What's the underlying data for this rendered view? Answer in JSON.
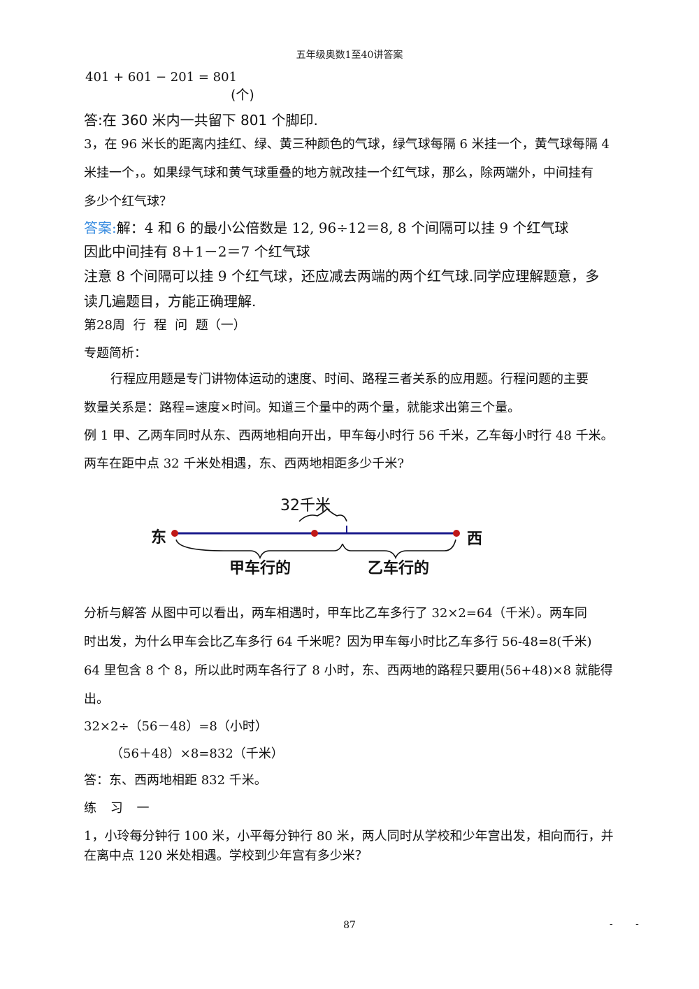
{
  "header": "五年级奥数1至40讲答案",
  "formula": {
    "equation": "401 + 601 − 201 = 801",
    "unit": "(个)"
  },
  "answer_prev": "答:在 360 米内一共留下 801 个脚印.",
  "problem3": {
    "line1": "3，在 96 米长的距离内挂红、绿、黄三种颜色的气球，绿气球每隔 6 米挂一个，黄气球每隔 4",
    "line2": "米挂一个，。如果绿气球和黄气球重叠的地方就改挂一个红气球，那么，除两端外，中间挂有",
    "line3": "多少个红气球？"
  },
  "solution3": {
    "label": "答案:",
    "line1_rest": "解：4 和 6 的最小公倍数是 12, 96÷12＝8, 8 个间隔可以挂 9 个红气球",
    "line2": "因此中间挂有 8＋1－2＝7 个红气球",
    "line3": "注意 8 个间隔可以挂 9 个红气球，还应减去两端的两个红气球.同学应理解题意，多",
    "line4": "读几遍题目，方能正确理解."
  },
  "section": {
    "title": "第28周 行 程 问 题（一）",
    "intro_heading": "专题简析：",
    "intro_line1": "行程应用题是专门讲物体运动的速度、时间、路程三者关系的应用题。行程问题的主要",
    "intro_line2": "数量关系是：路程=速度×时间。知道三个量中的两个量，就能求出第三个量。"
  },
  "example1": {
    "line1": "例 1 甲、乙两车同时从东、西两地相向开出，甲车每小时行 56 千米，乙车每小时行 48 千米。",
    "line2": "两车在距中点 32 千米处相遇，东、西两地相距多少千米?"
  },
  "diagram": {
    "top_label": "32千米",
    "left_label": "东",
    "right_label": "西",
    "left_segment": "甲车行的",
    "right_segment": "乙车行的",
    "line_color": "#1a1a8c",
    "dot_color": "#c01818"
  },
  "analysis": {
    "line1": "分析与解答 从图中可以看出，两车相遇时，甲车比乙车多行了 32×2=64（千米）。两车同",
    "line2": "时出发，为什么甲车会比乙车多行 64 千米呢？因为甲车每小时比乙车多行 56-48=8(千米)",
    "line3": "64 里包含 8 个 8，所以此时两车各行了 8 小时，东、西两地的路程只要用(56+48)×8 就能得",
    "line4": "出。",
    "calc1": "32×2÷（56－48）=8（小时）",
    "calc2": "（56＋48）×8=832（千米）",
    "answer": "答：东、西两地相距 832 千米。"
  },
  "exercise": {
    "heading": "练 习 一",
    "line1": "1，小玲每分钟行 100 米，小平每分钟行 80 米，两人同时从学校和少年宫出发，相向而行，并",
    "line2": "在离中点 120 米处相遇。学校到少年宫有多少米？"
  },
  "footer": {
    "page_number": "87",
    "marks": "- -"
  }
}
